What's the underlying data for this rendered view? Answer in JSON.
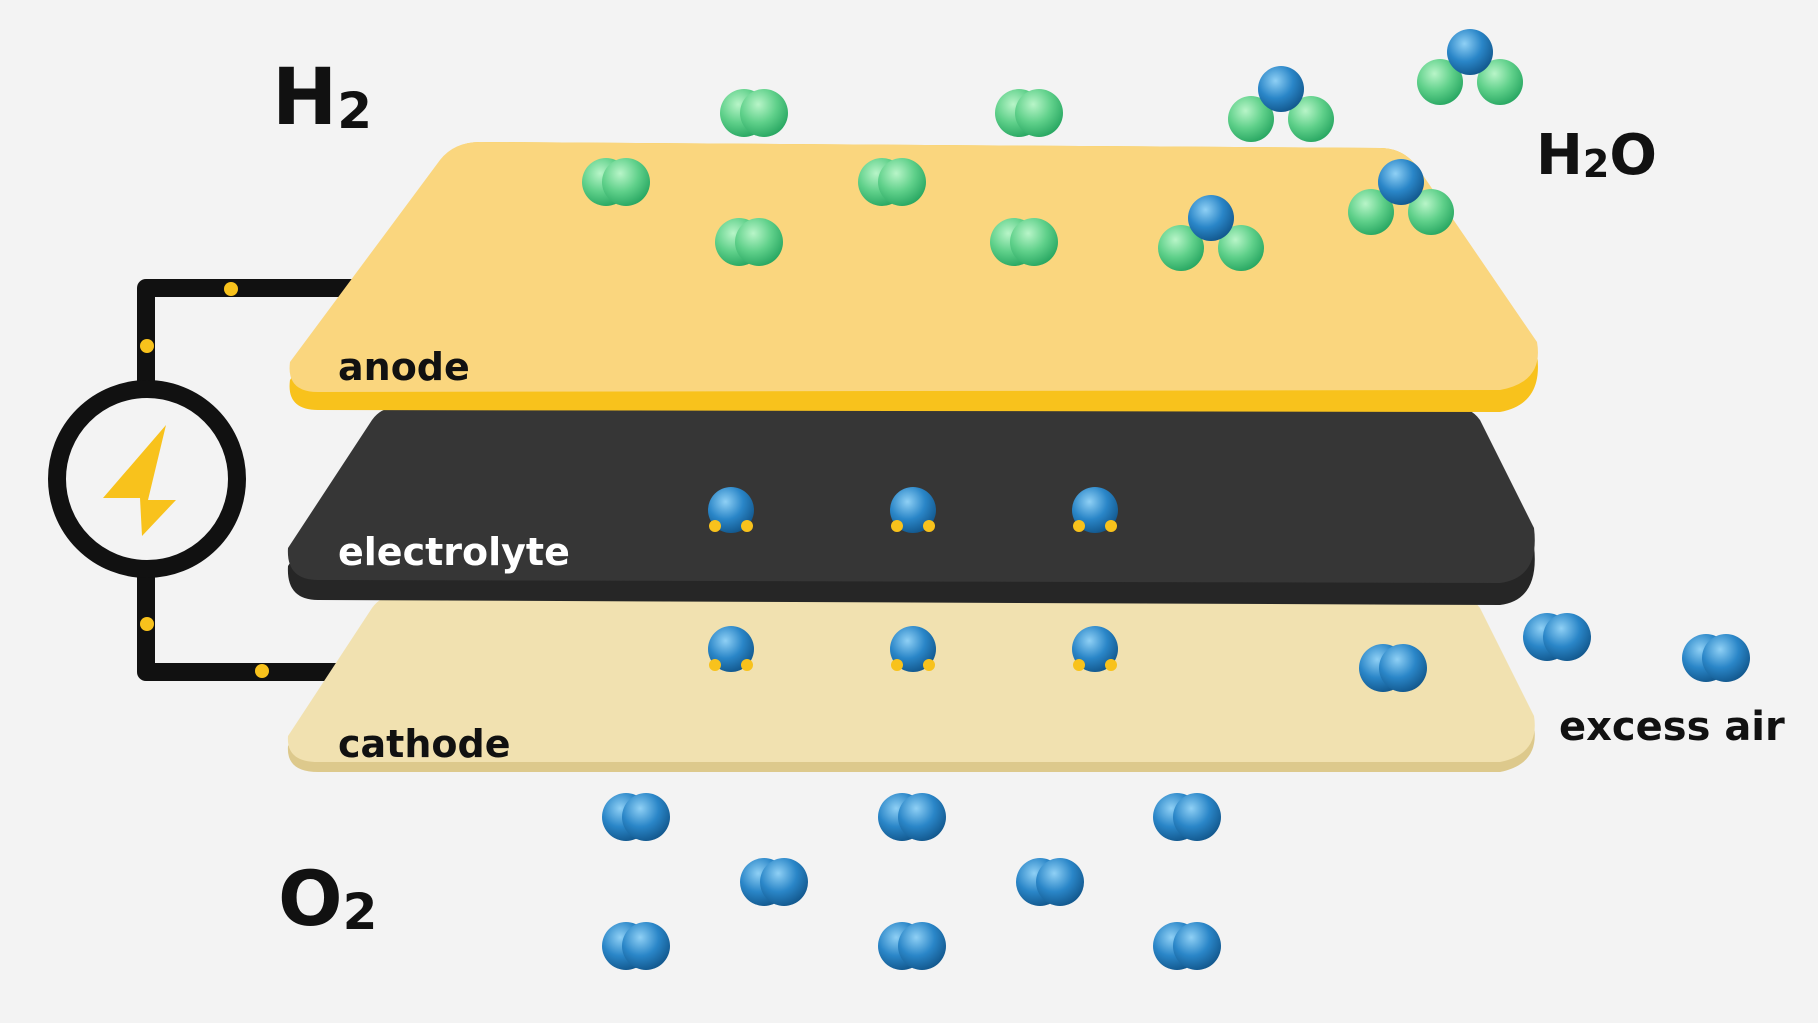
{
  "formulas": {
    "h2": {
      "base": "H",
      "sub": "2"
    },
    "h2o": {
      "base": "H",
      "sub": "2",
      "tail": "O"
    },
    "o2": {
      "base": "O",
      "sub": "2"
    }
  },
  "layers": {
    "anode": "anode",
    "electrolyte": "electrolyte",
    "cathode": "cathode"
  },
  "labels": {
    "excess_air": "excess air"
  },
  "colors": {
    "anode_top": "#fad67e",
    "anode_edge": "#f8c21c",
    "electrolyte_top": "#363636",
    "electrolyte_edge": "#262626",
    "cathode_top": "#f1e1b0",
    "cathode_edge": "#ddc98c",
    "hydrogen": "#5fd08a",
    "oxygen": "#2a86c8",
    "circuit": "#111111",
    "charge": "#f8c21c",
    "background": "#f3f3f3"
  },
  "icons": {
    "power_source": "lightning-bolt-icon"
  }
}
